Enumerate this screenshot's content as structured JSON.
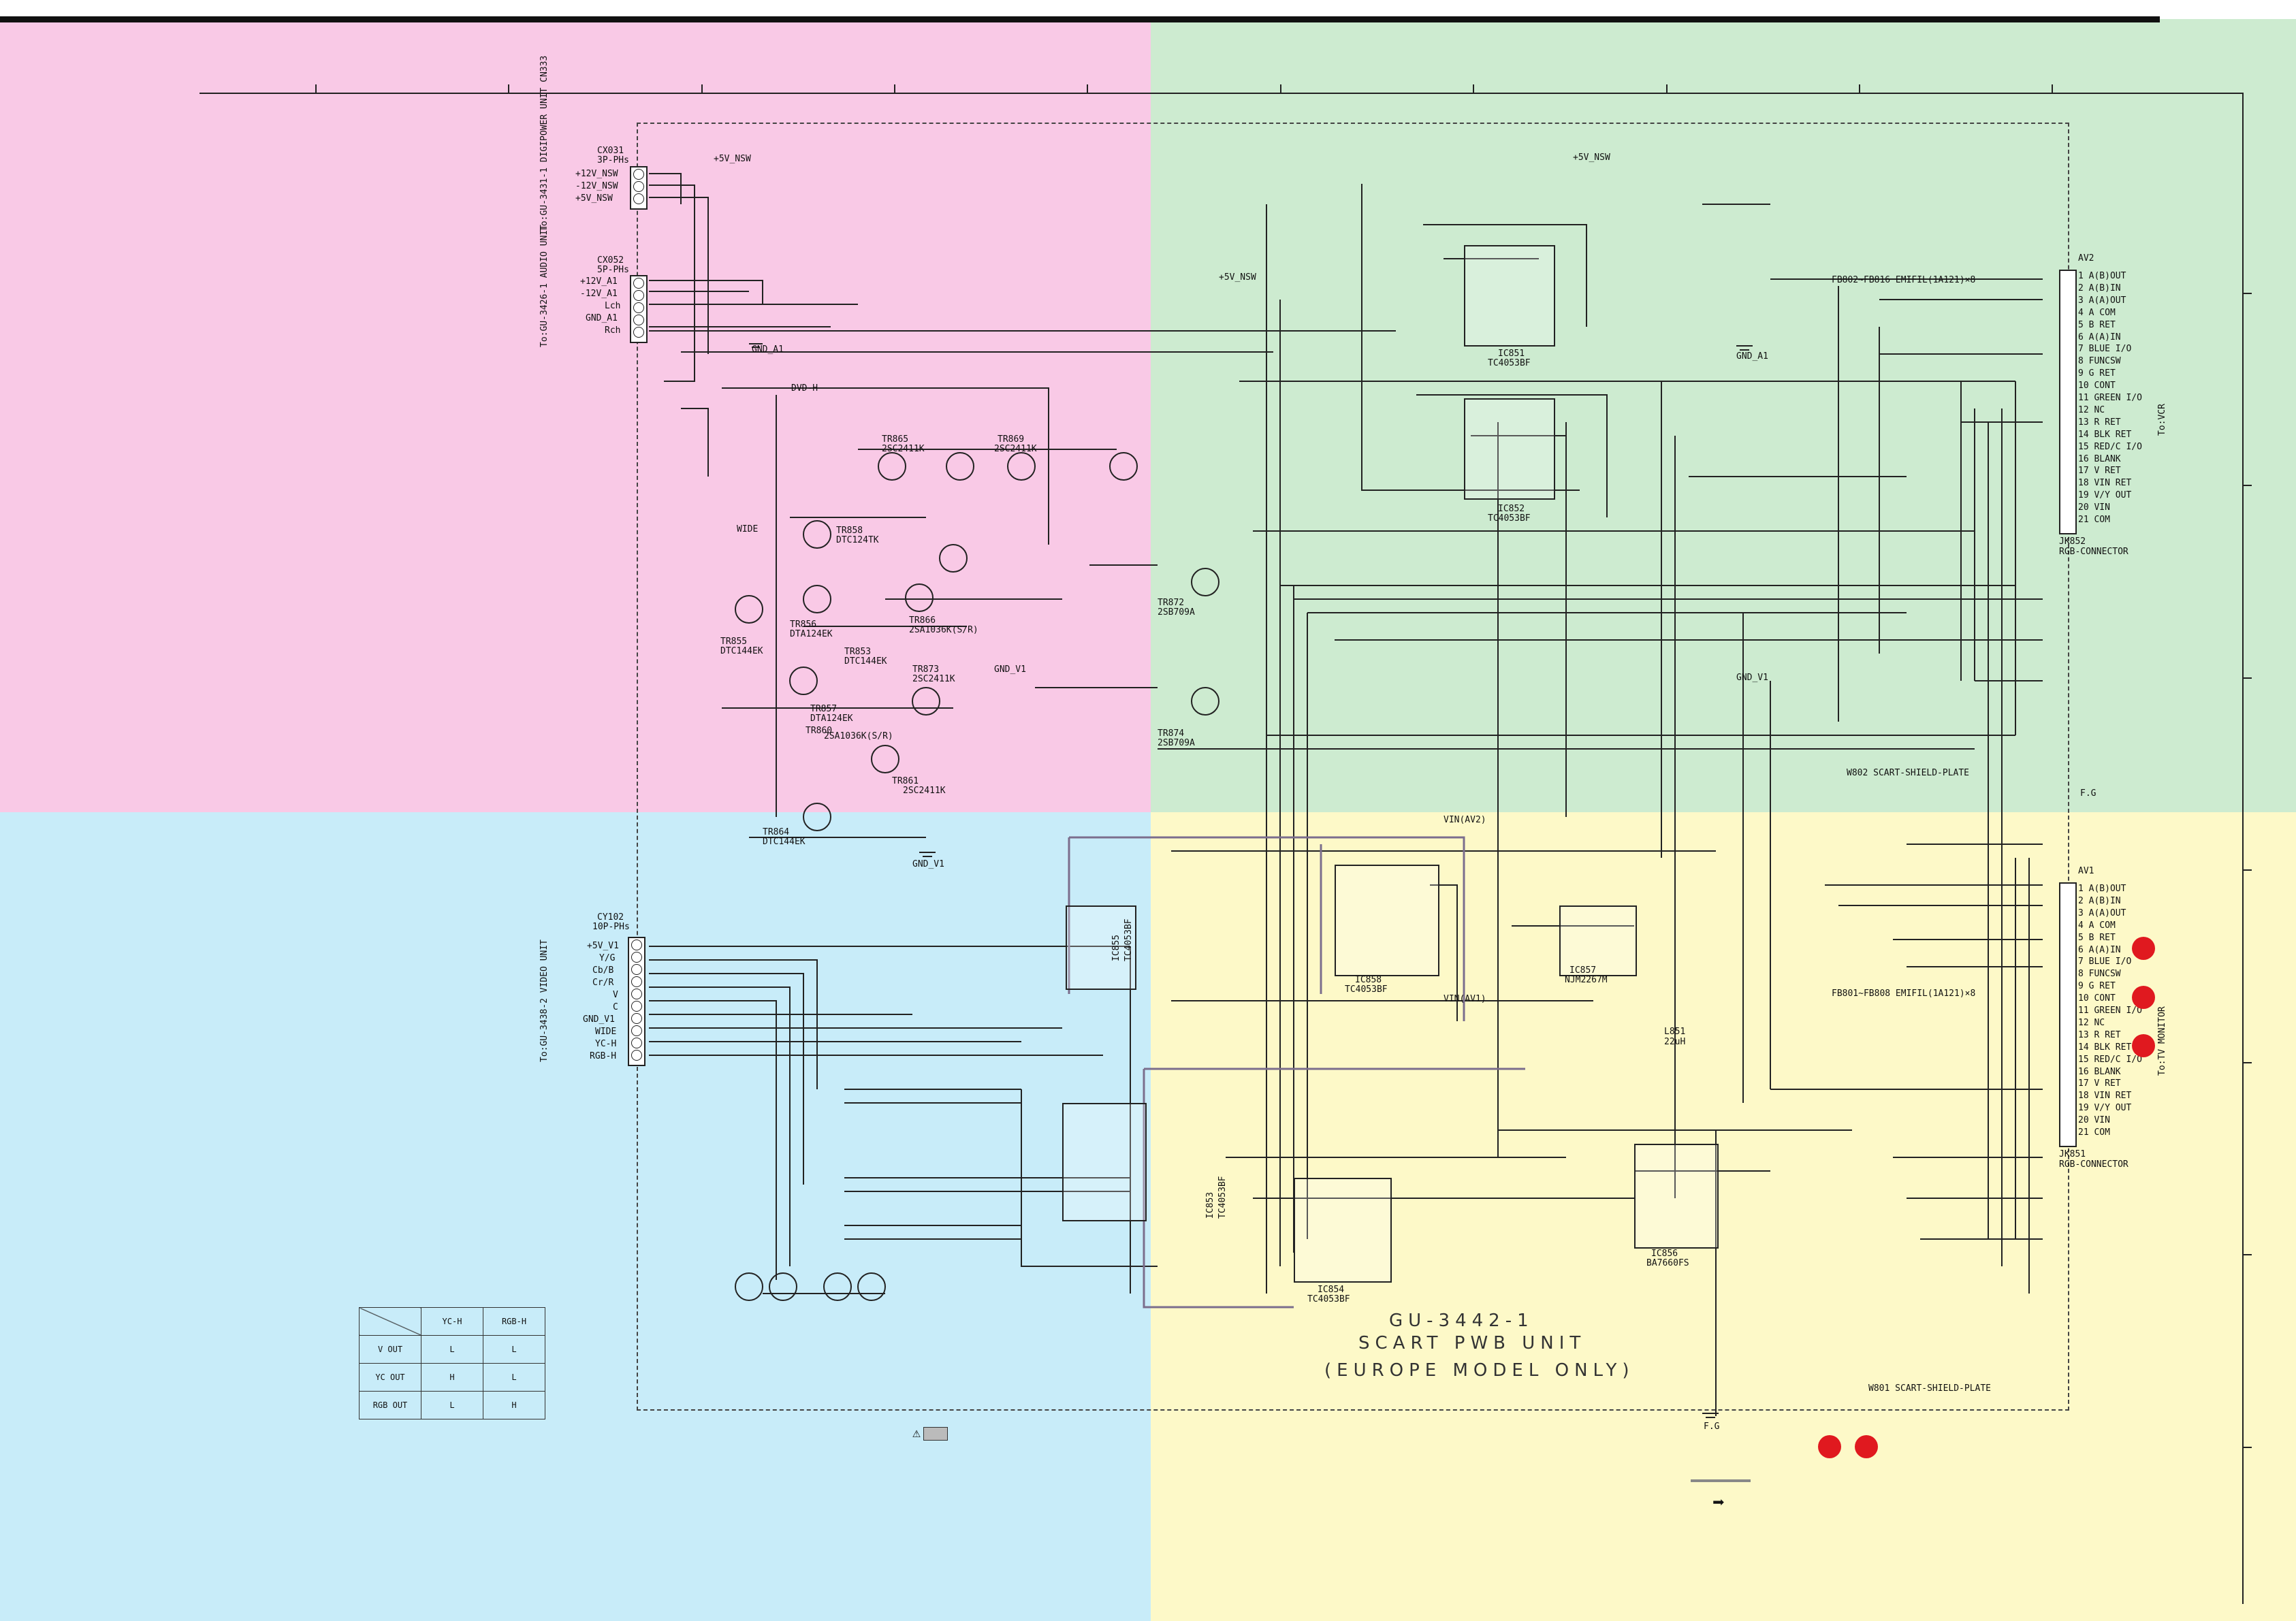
{
  "board": {
    "title": "GU-3442-1",
    "subtitle": "SCART PWB UNIT",
    "note": "(EUROPE MODEL ONLY)"
  },
  "connectors": {
    "cx031": {
      "ref": "CX031",
      "type": "3P-PHs",
      "to": "To:GU-3431-1 DIGIPOWER UNIT CN333",
      "pins": [
        "+12V_NSW",
        "-12V_NSW",
        "+5V_NSW"
      ]
    },
    "cx052": {
      "ref": "CX052",
      "type": "5P-PHs",
      "to": "To:GU-3426-1 AUDIO UNIT",
      "pins": [
        "+12V_A1",
        "-12V_A1",
        "Lch",
        "GND_A1",
        "Rch"
      ]
    },
    "cy102": {
      "ref": "CY102",
      "type": "10P-PHs",
      "to": "To:GU-3438-2 VIDEO UNIT",
      "pins": [
        "+5V_V1",
        "Y/G",
        "Cb/B",
        "Cr/R",
        "V",
        "C",
        "GND_V1",
        "WIDE",
        "YC-H",
        "RGB-H"
      ]
    },
    "av2": {
      "ref": "AV2",
      "jack": "JK852",
      "type": "RGB-CONNECTOR",
      "to": "To:VCR",
      "pins": [
        "A(B)OUT",
        "A(B)IN",
        "A(A)OUT",
        "A COM",
        "B RET",
        "A(A)IN",
        "BLUE I/O",
        "FUNCSW",
        "G RET",
        "CONT",
        "GREEN I/O",
        "NC",
        "R RET",
        "BLK RET",
        "RED/C I/O",
        "BLANK",
        "V RET",
        "VIN RET",
        "V/Y OUT",
        "VIN",
        "COM"
      ]
    },
    "av1": {
      "ref": "AV1",
      "jack": "JK851",
      "type": "RGB-CONNECTOR",
      "to": "To:TV MONITOR",
      "pins": [
        "A(B)OUT",
        "A(B)IN",
        "A(A)OUT",
        "A COM",
        "B RET",
        "A(A)IN",
        "BLUE I/O",
        "FUNCSW",
        "G RET",
        "CONT",
        "GREEN I/O",
        "NC",
        "R RET",
        "BLK RET",
        "RED/C I/O",
        "BLANK",
        "V RET",
        "VIN RET",
        "V/Y OUT",
        "VIN",
        "COM"
      ]
    }
  },
  "ics": [
    {
      "ref": "IC851",
      "part": "TC4053BF"
    },
    {
      "ref": "IC852",
      "part": "TC4053BF"
    },
    {
      "ref": "IC853",
      "part": "TC4053BF"
    },
    {
      "ref": "IC854",
      "part": "TC4053BF"
    },
    {
      "ref": "IC855",
      "part": "TC4053BF"
    },
    {
      "ref": "IC856",
      "part": "BA7660FS"
    },
    {
      "ref": "IC857",
      "part": "NJM2267M"
    },
    {
      "ref": "IC858",
      "part": "TC4053BF"
    }
  ],
  "transistors": [
    {
      "ref": "TR858",
      "part": "DTC124TK"
    },
    {
      "ref": "TR855",
      "part": "DTC144EK"
    },
    {
      "ref": "TR856",
      "part": "DTA124EK"
    },
    {
      "ref": "TR853",
      "part": "DTC144EK"
    },
    {
      "ref": "TR857",
      "part": "DTA124EK"
    },
    {
      "ref": "TR860",
      "part": "2SA1036K(S/R)"
    },
    {
      "ref": "TR861",
      "part": "2SC2411K"
    },
    {
      "ref": "TR864",
      "part": "DTC144EK"
    },
    {
      "ref": "TR872",
      "part": "2SB709A"
    },
    {
      "ref": "TR874",
      "part": "2SB709A"
    },
    {
      "ref": "TR873",
      "part": "2SC2411K"
    },
    {
      "ref": "TR866",
      "part": "2SA1036K(S/R)"
    },
    {
      "ref": "TR869",
      "part": "2SC2411K"
    },
    {
      "ref": "TR865",
      "part": "2SC2411K"
    }
  ],
  "labels": {
    "net_5v": "+5V_NSW",
    "net_dvdh": "DVD-H",
    "net_wide": "WIDE",
    "vin_av2": "VIN(AV2)",
    "vin_av1": "VIN(AV1)",
    "filters_av2": "FB802~FB816 EMIFIL(1A121)×8",
    "filters_av1": "FB801~FB808 EMIFIL(1A121)×8",
    "scart_plate_1": "W802 SCART-SHIELD-PLATE",
    "scart_plate_2": "W801 SCART-SHIELD-PLATE",
    "l851": "L851 22uH",
    "gnd_a1": "GND_A1",
    "gnd_v1": "GND_V1",
    "fg": "F.G"
  },
  "truth_table": {
    "headers": [
      "",
      "YC-H",
      "RGB-H"
    ],
    "rows": [
      [
        "V OUT",
        "L",
        "L"
      ],
      [
        "YC OUT",
        "H",
        "L"
      ],
      [
        "RGB OUT",
        "L",
        "H"
      ]
    ]
  },
  "colors": {
    "pink": "#f9c9e6",
    "green": "#cdebd0",
    "blue": "#c8ecf9",
    "yellow": "#fdf9c8",
    "marker": "#e0191f"
  }
}
